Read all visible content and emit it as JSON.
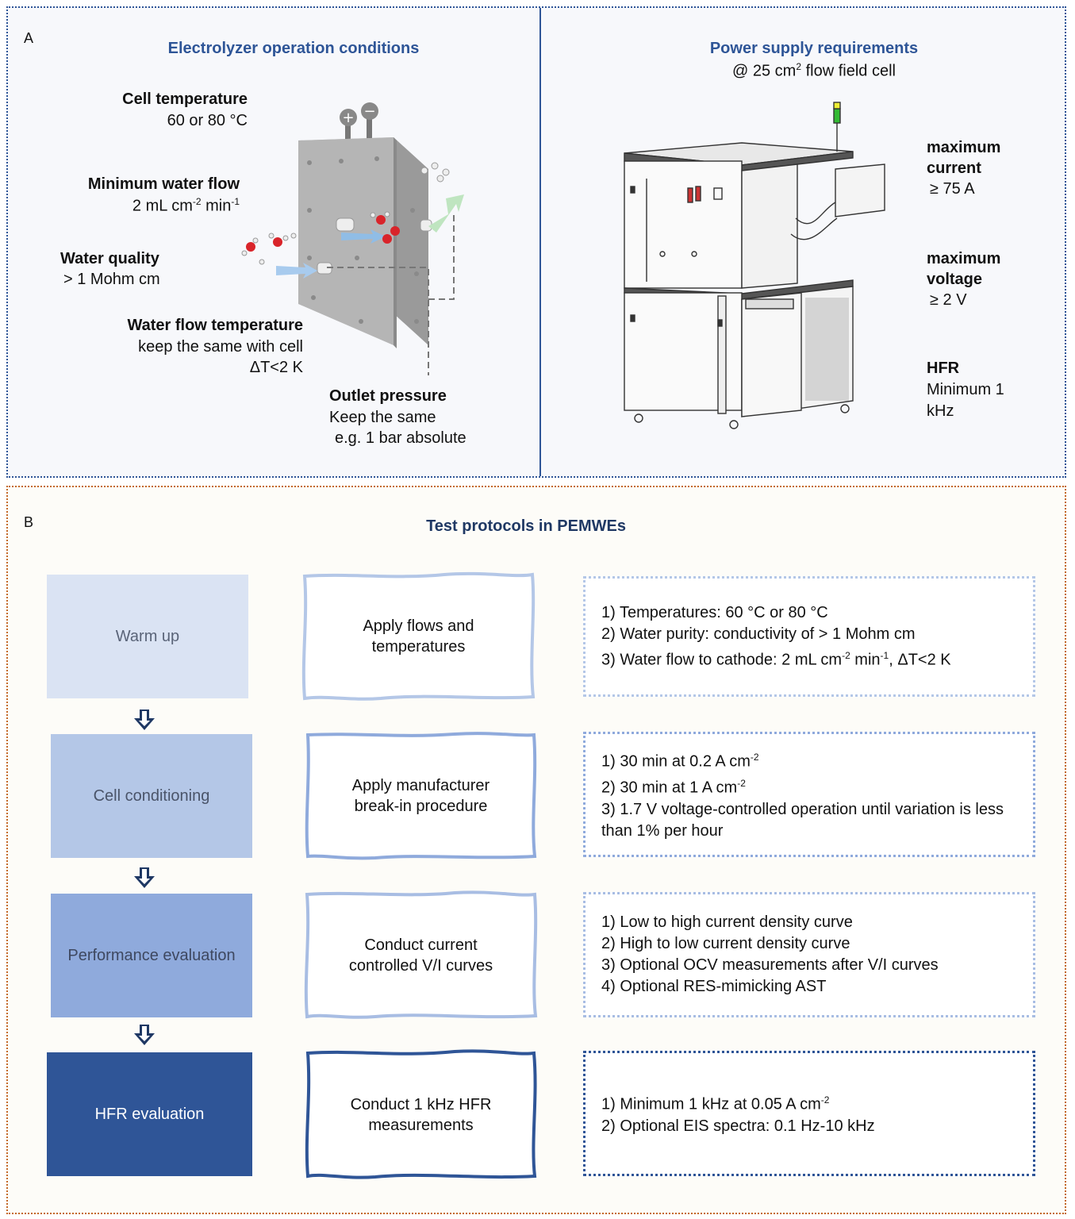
{
  "panel_a": {
    "letter": "A",
    "left_title": "Electrolyzer operation conditions",
    "cell_temperature": {
      "title": "Cell temperature",
      "value": "60 or 80 °C"
    },
    "min_water_flow": {
      "title": "Minimum water flow",
      "value_prefix": "2 mL cm",
      "exp1": "-2",
      "mid": " min",
      "exp2": "-1"
    },
    "water_quality": {
      "title": "Water quality",
      "value": "> 1 Mohm cm"
    },
    "water_flow_temp": {
      "title": "Water flow temperature",
      "line1": "keep the same with cell",
      "line2": "ΔT<2 K"
    },
    "outlet_pressure": {
      "title": "Outlet pressure",
      "line1": "Keep the same",
      "line2": "e.g. 1 bar absolute"
    },
    "right_title": "Power supply requirements",
    "right_subtitle_prefix": "@ 25 cm",
    "right_subtitle_exp": "2",
    "right_subtitle_suffix": " flow field cell",
    "max_current": {
      "line1": "maximum",
      "line2": "current",
      "value": "≥ 75 A"
    },
    "max_voltage": {
      "line1": "maximum",
      "line2": "voltage",
      "value": "≥ 2 V"
    },
    "hfr": {
      "title": "HFR",
      "line1": "Minimum 1",
      "line2": "kHz"
    }
  },
  "panel_b": {
    "letter": "B",
    "title": "Test protocols in PEMWEs",
    "rows": [
      {
        "stage": "Warm up",
        "action": "Apply flows and temperatures",
        "items": [
          "1) Temperatures: 60 °C or 80 °C",
          "2) Water purity: conductivity of > 1 Mohm cm"
        ],
        "item3_prefix": "3) Water flow to cathode: 2 mL cm",
        "item3_exp1": "-2",
        "item3_mid": " min",
        "item3_exp2": "-1",
        "item3_suffix": ", ΔT<2 K"
      },
      {
        "stage": "Cell conditioning",
        "action": "Apply manufacturer break-in procedure",
        "item1_prefix": "1) 30 min at 0.2 A cm",
        "item1_exp": "-2",
        "item2_prefix": "2) 30 min at 1 A cm",
        "item2_exp": "-2",
        "item3": "3) 1.7 V voltage-controlled operation until variation is less than 1% per hour"
      },
      {
        "stage": "Performance evaluation",
        "action": "Conduct current controlled V/I curves",
        "items": [
          "1) Low to high current density curve",
          "2) High to low current density curve",
          "3) Optional OCV measurements after V/I curves",
          "4) Optional RES-mimicking AST"
        ]
      },
      {
        "stage": "HFR evaluation",
        "action": "Conduct 1 kHz HFR measurements",
        "item1_prefix": "1) Minimum 1 kHz at 0.05 A cm",
        "item1_exp": "-2",
        "item2": "2) Optional EIS spectra: 0.1 Hz-10 kHz"
      }
    ]
  },
  "colors": {
    "panel_a_border": "#2e5597",
    "panel_b_border": "#c46a2b",
    "title_blue": "#2e5597",
    "stage_fills": [
      "#dae3f3",
      "#b4c7e7",
      "#8faadc",
      "#2f5597"
    ],
    "action_borders": [
      "#b4c7e7",
      "#8faadc",
      "#a8bde3",
      "#2f5597"
    ]
  }
}
